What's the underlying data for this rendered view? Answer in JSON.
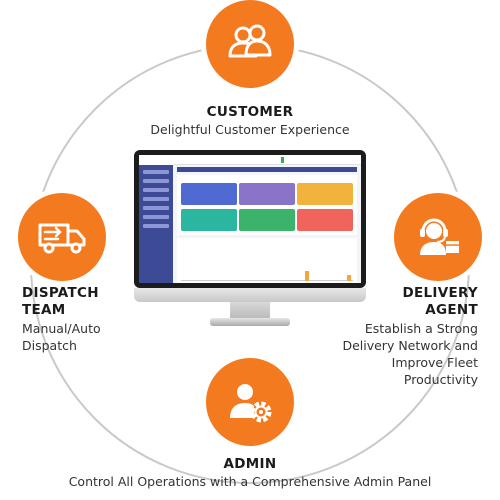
{
  "customer": {
    "title": "CUSTOMER",
    "text": "Delightful Customer Experience",
    "icon": "users-icon"
  },
  "dispatch": {
    "title_line1": "DISPATCH",
    "title_line2": "TEAM",
    "text_line1": "Manual/Auto",
    "text_line2": "Dispatch",
    "icon": "delivery-truck-icon"
  },
  "delivery": {
    "title_line1": "DELIVERY",
    "title_line2": "AGENT",
    "text_line1": "Establish a Strong",
    "text_line2": "Delivery Network and",
    "text_line3": "Improve Fleet",
    "text_line4": "Productivity",
    "icon": "headset-agent-icon"
  },
  "admin": {
    "title": "ADMIN",
    "text": "Control All Operations with a Comprehensive Admin Panel",
    "icon": "admin-gear-icon"
  },
  "colors": {
    "accent": "#f47a20",
    "ring": "#c9c9c9",
    "sidebar": "#3d4a96"
  }
}
